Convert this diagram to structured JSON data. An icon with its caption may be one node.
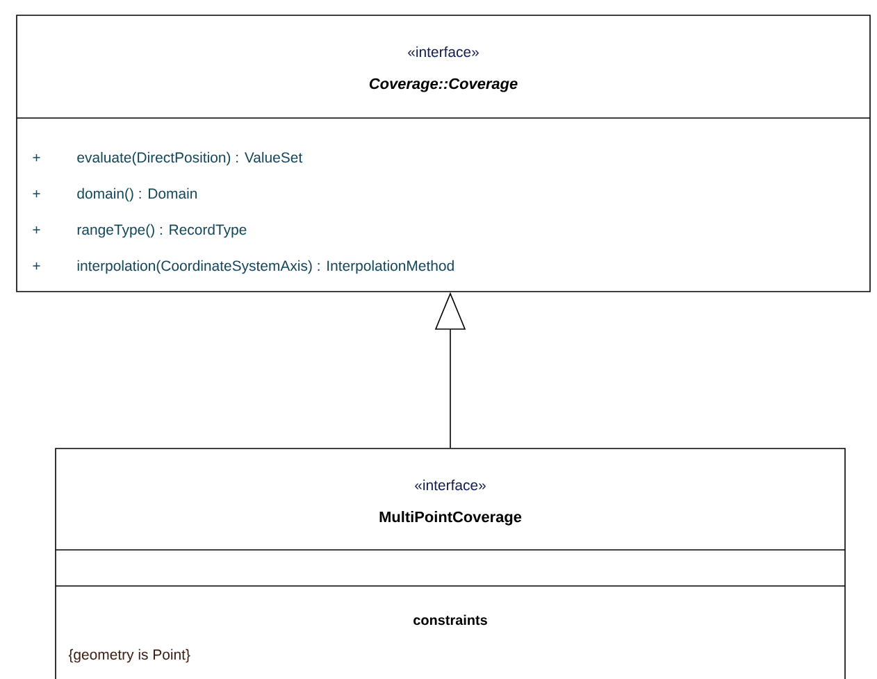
{
  "diagram": {
    "nodes": [
      {
        "text": [
          "«interface»",
          "Coverage::Coverage",
          "+",
          "evaluate(DirectPosition) : ValueSet",
          "+",
          "domain() : Domain",
          "+",
          "rangeType() : RecordType",
          "+",
          "interpolation(CoordinateSystemAxis) : InterpolationMethod"
        ]
      },
      {
        "text": [
          "«interface»",
          "MultiPointCoverage",
          "constraints",
          "{geometry is Point}"
        ]
      }
    ],
    "edges": [
      {
        "from": 1,
        "to": 0,
        "arrow": "to"
      }
    ]
  }
}
